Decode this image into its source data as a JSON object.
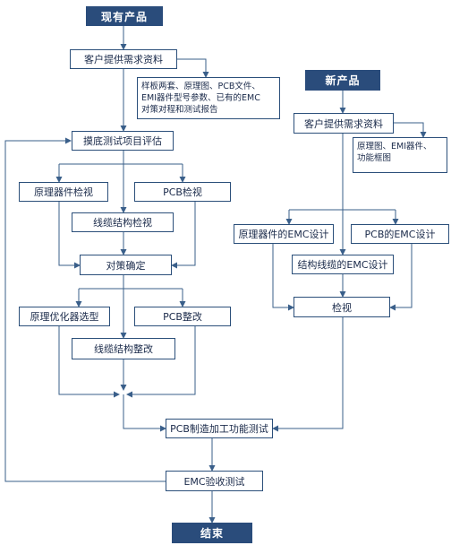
{
  "nodes": {
    "existing_product": "现有产品",
    "existing_requirements": "客户提供需求资料",
    "existing_materials": [
      "样板两套、原理图、PCB文件、",
      "EMI器件型号参数、已有的EMC",
      "对策对程和测试报告"
    ],
    "evaluation": "摸底测试项目评估",
    "schematic_review": "原理器件检视",
    "pcb_review": "PCB检视",
    "cable_review": "线缆结构检视",
    "countermeasure": "对策确定",
    "schematic_optimize": "原理优化器选型",
    "pcb_rectify": "PCB整改",
    "cable_rectify": "线缆结构整改",
    "new_product": "新产品",
    "new_requirements": "客户提供需求资料",
    "new_materials": [
      "原理图、EMI器件、",
      "功能框图"
    ],
    "emc_schematic_design": "原理器件的EMC设计",
    "emc_pcb_design": "PCB的EMC设计",
    "emc_cable_design": "结构线缆的EMC设计",
    "review": "检视",
    "pcb_manufacture_test": "PCB制造加工功能测试",
    "emc_acceptance_test": "EMC验收测试",
    "end": "结束"
  }
}
